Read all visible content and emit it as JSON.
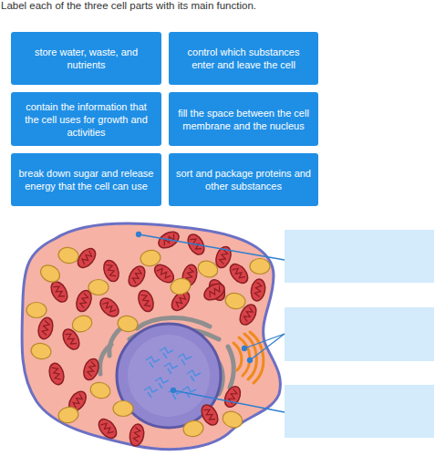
{
  "diagram": {
    "title": "Label each of the three cell parts with its main function.",
    "nodes": [
      {
        "text": [
          "store water, waste, and nutrients"
        ]
      },
      {
        "text": [
          "control which substances enter and leave the cell"
        ]
      },
      {
        "text": [
          "contain the information that the cell uses for growth and activities"
        ]
      },
      {
        "text": [
          "fill the space between the cell membrane and the nucleus"
        ]
      },
      {
        "text": [
          "break down sugar and release energy that the cell can use"
        ]
      },
      {
        "text": [
          "sort and package proteins and other substances"
        ]
      }
    ]
  }
}
